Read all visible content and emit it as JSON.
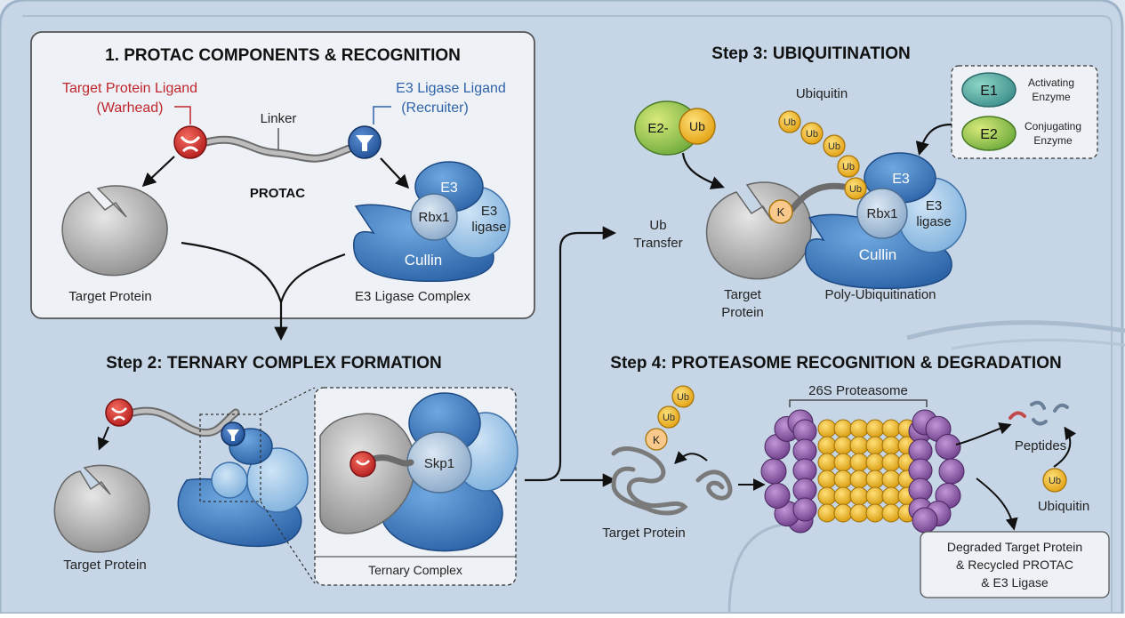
{
  "panel1": {
    "title": "1. PROTAC COMPONENTS & RECOGNITION",
    "warhead_line1": "Target Protein Ligand",
    "warhead_line2": "(Warhead)",
    "recruiter_line1": "E3 Ligase Ligand",
    "recruiter_line2": "(Recruiter)",
    "linker": "Linker",
    "protac": "PROTAC",
    "target_protein": "Target Protein",
    "e3_complex": "E3 Ligase Complex",
    "e3": "E3",
    "rbx1": "Rbx1",
    "e3_ligase_line1": "E3",
    "e3_ligase_line2": "ligase",
    "cullin": "Cullin"
  },
  "step2": {
    "title": "Step 2: TERNARY COMPLEX FORMATION",
    "target_protein": "Target Protein",
    "skp1": "Skp1",
    "ternary_complex": "Ternary Complex"
  },
  "step3": {
    "title": "Step 3: UBIQUITINATION",
    "ubiquitin": "Ubiquitin",
    "e2": "E2-",
    "ub": "Ub",
    "k": "K",
    "e3": "E3",
    "rbx1": "Rbx1",
    "e3_ligase_line1": "E3",
    "e3_ligase_line2": "ligase",
    "cullin": "Cullin",
    "target_line1": "Target",
    "target_line2": "Protein",
    "poly": "Poly-Ubiquitination",
    "ub_transfer_line1": "Ub",
    "ub_transfer_line2": "Transfer",
    "legend": {
      "e1": "E1",
      "e1_line1": "Activating",
      "e1_line2": "Enzyme",
      "e2": "E2",
      "e2_line1": "Conjugating",
      "e2_line2": "Enzyme"
    }
  },
  "step4": {
    "title": "Step 4: PROTEASOME RECOGNITION & DEGRADATION",
    "proteasome": "26S Proteasome",
    "target_protein": "Target Protein",
    "peptides": "Peptides",
    "ubiquitin": "Ubiquitin",
    "ub": "Ub",
    "k": "K",
    "result_line1": "Degraded Target Protein",
    "result_line2": "& Recycled PROTAC",
    "result_line3": "& E3 Ligase"
  },
  "colors": {
    "background": "#d5e1ec",
    "cell_fill": "#c9d9e8",
    "protein_gray": "#b4b4b4",
    "e3_blue": "#3c7cc4",
    "warhead_red": "#d12a2a",
    "ubiquitin_yellow": "#f2b51f",
    "proteasome_purple": "#8a5aa6",
    "warhead_text": "#c0262d",
    "recruiter_text": "#2f63a8"
  }
}
